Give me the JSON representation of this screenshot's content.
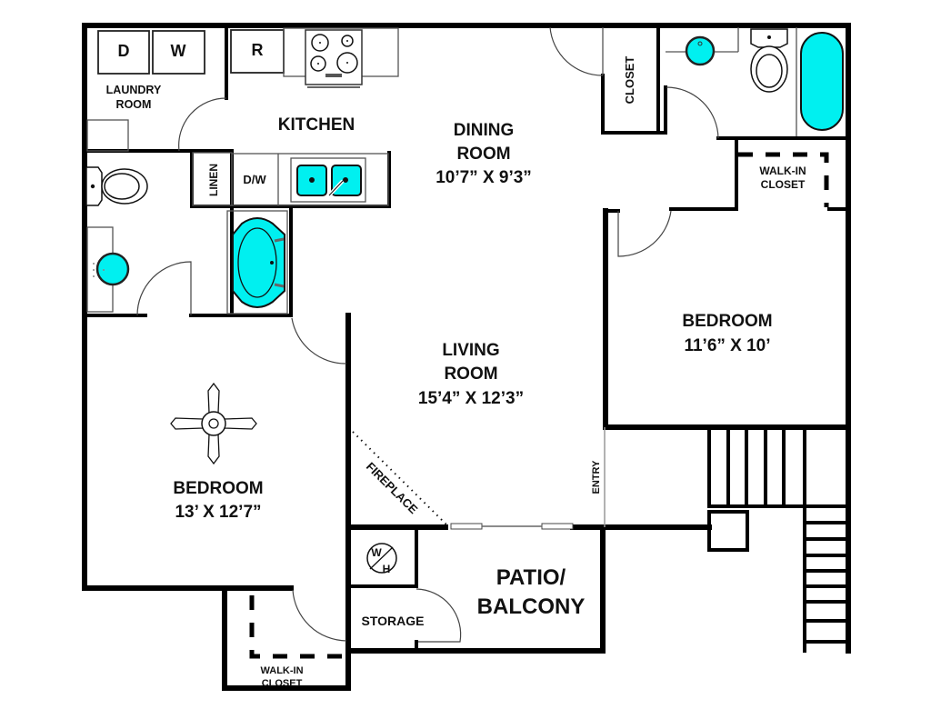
{
  "floorplan": {
    "accent_color": "#00f0f0",
    "rooms": {
      "kitchen": {
        "name": "KITCHEN"
      },
      "laundry": {
        "name_line1": "LAUNDRY",
        "name_line2": "ROOM"
      },
      "dining": {
        "name_line1": "DINING",
        "name_line2": "ROOM",
        "dimensions": "10’7” X 9’3”"
      },
      "living": {
        "name_line1": "LIVING",
        "name_line2": "ROOM",
        "dimensions": "15’4” X 12’3”"
      },
      "bedroom_left": {
        "name": "BEDROOM",
        "dimensions": "13’ X 12’7”"
      },
      "bedroom_right": {
        "name": "BEDROOM",
        "dimensions": "11’6” X 10’"
      },
      "patio": {
        "name_line1": "PATIO/",
        "name_line2": "BALCONY"
      },
      "walkin_right": {
        "name_line1": "WALK-IN",
        "name_line2": "CLOSET"
      },
      "walkin_left": {
        "name_line1": "WALK-IN",
        "name_line2": "CLOSET"
      }
    },
    "labels": {
      "closet": "CLOSET",
      "linen": "LINEN",
      "dishwasher": "D/W",
      "dryer": "D",
      "washer": "W",
      "refrigerator": "R",
      "fireplace": "FIREPLACE",
      "entry": "ENTRY",
      "storage": "STORAGE",
      "water_heater_top": "W",
      "water_heater_bottom": "H"
    },
    "icons": [
      "stove-icon",
      "sink-icon",
      "toilet-icon",
      "bathtub-icon",
      "ceiling-fan-icon",
      "water-heater-icon",
      "stairs-icon"
    ]
  }
}
